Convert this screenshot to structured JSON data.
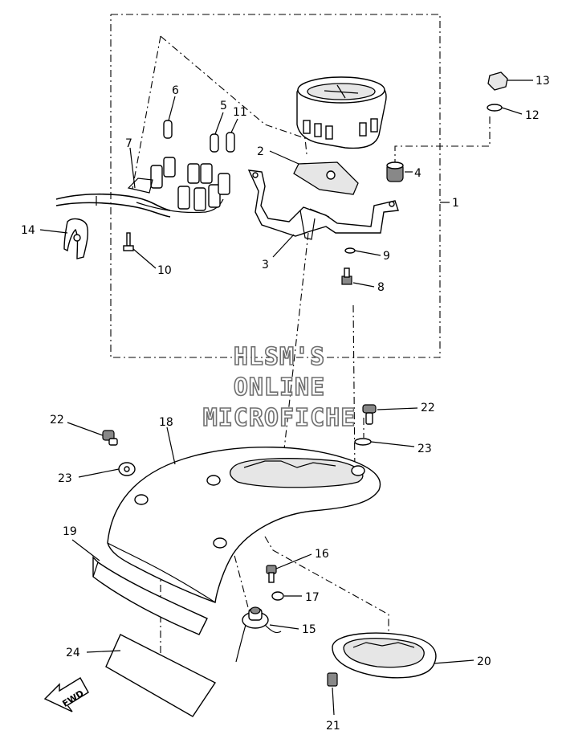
{
  "watermark": {
    "line1": "HLSM'S",
    "line2": "ONLINE",
    "line3": "MICROFICHE"
  },
  "direction_arrow": {
    "label": "FWD"
  },
  "callouts": [
    {
      "id": "1",
      "label": "1"
    },
    {
      "id": "2",
      "label": "2"
    },
    {
      "id": "3",
      "label": "3"
    },
    {
      "id": "4",
      "label": "4"
    },
    {
      "id": "5",
      "label": "5"
    },
    {
      "id": "6",
      "label": "6"
    },
    {
      "id": "7",
      "label": "7"
    },
    {
      "id": "8",
      "label": "8"
    },
    {
      "id": "9",
      "label": "9"
    },
    {
      "id": "10",
      "label": "10"
    },
    {
      "id": "11",
      "label": "11"
    },
    {
      "id": "12",
      "label": "12"
    },
    {
      "id": "13",
      "label": "13"
    },
    {
      "id": "14",
      "label": "14"
    },
    {
      "id": "15",
      "label": "15"
    },
    {
      "id": "16",
      "label": "16"
    },
    {
      "id": "17",
      "label": "17"
    },
    {
      "id": "18",
      "label": "18"
    },
    {
      "id": "19",
      "label": "19"
    },
    {
      "id": "20",
      "label": "20"
    },
    {
      "id": "21",
      "label": "21"
    },
    {
      "id": "22a",
      "label": "22"
    },
    {
      "id": "22b",
      "label": "22"
    },
    {
      "id": "23a",
      "label": "23"
    },
    {
      "id": "23b",
      "label": "23"
    },
    {
      "id": "24",
      "label": "24"
    }
  ]
}
